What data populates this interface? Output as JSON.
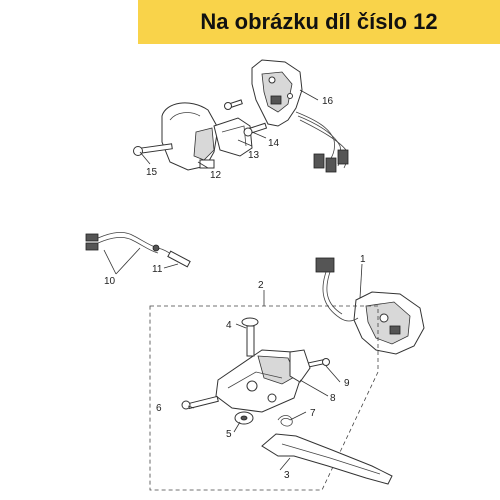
{
  "banner": {
    "title": "Na obrázku díl číslo 12",
    "color": "#f9d34a"
  },
  "callouts": [
    {
      "id": "p1",
      "label": "1"
    },
    {
      "id": "p2",
      "label": "2"
    },
    {
      "id": "p3",
      "label": "3"
    },
    {
      "id": "p4",
      "label": "4"
    },
    {
      "id": "p5",
      "label": "5"
    },
    {
      "id": "p6",
      "label": "6"
    },
    {
      "id": "p7",
      "label": "7"
    },
    {
      "id": "p8",
      "label": "8"
    },
    {
      "id": "p9",
      "label": "9"
    },
    {
      "id": "p10",
      "label": "10"
    },
    {
      "id": "p11",
      "label": "11"
    },
    {
      "id": "p12",
      "label": "12"
    },
    {
      "id": "p13",
      "label": "13"
    },
    {
      "id": "p14",
      "label": "14"
    },
    {
      "id": "p15",
      "label": "15"
    },
    {
      "id": "p16",
      "label": "16"
    }
  ]
}
